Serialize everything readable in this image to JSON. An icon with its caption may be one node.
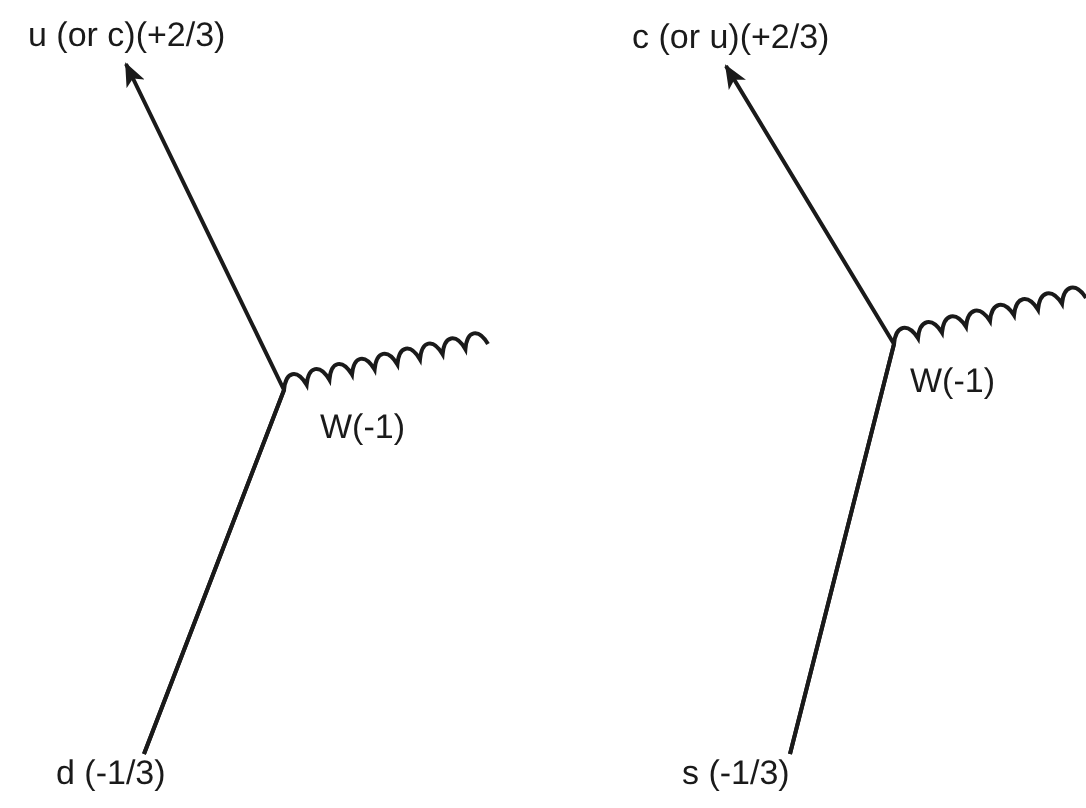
{
  "diagram": {
    "nodes": [
      {
        "text": [
          "u (or c)(+2/3)"
        ]
      },
      {
        "text": [
          "d (-1/3)"
        ]
      },
      {
        "text": [
          "c (or u)(+2/3)"
        ]
      },
      {
        "text": [
          "s (-1/3)"
        ]
      }
    ],
    "edges": [
      {
        "from": 1,
        "to": 0,
        "arrow": "to"
      },
      {
        "from": 1,
        "to": null,
        "arrow": "none",
        "label": "W(-1)"
      },
      {
        "from": 3,
        "to": 2,
        "arrow": "to"
      },
      {
        "from": 3,
        "to": null,
        "arrow": "none",
        "label": "W(-1)"
      }
    ]
  }
}
